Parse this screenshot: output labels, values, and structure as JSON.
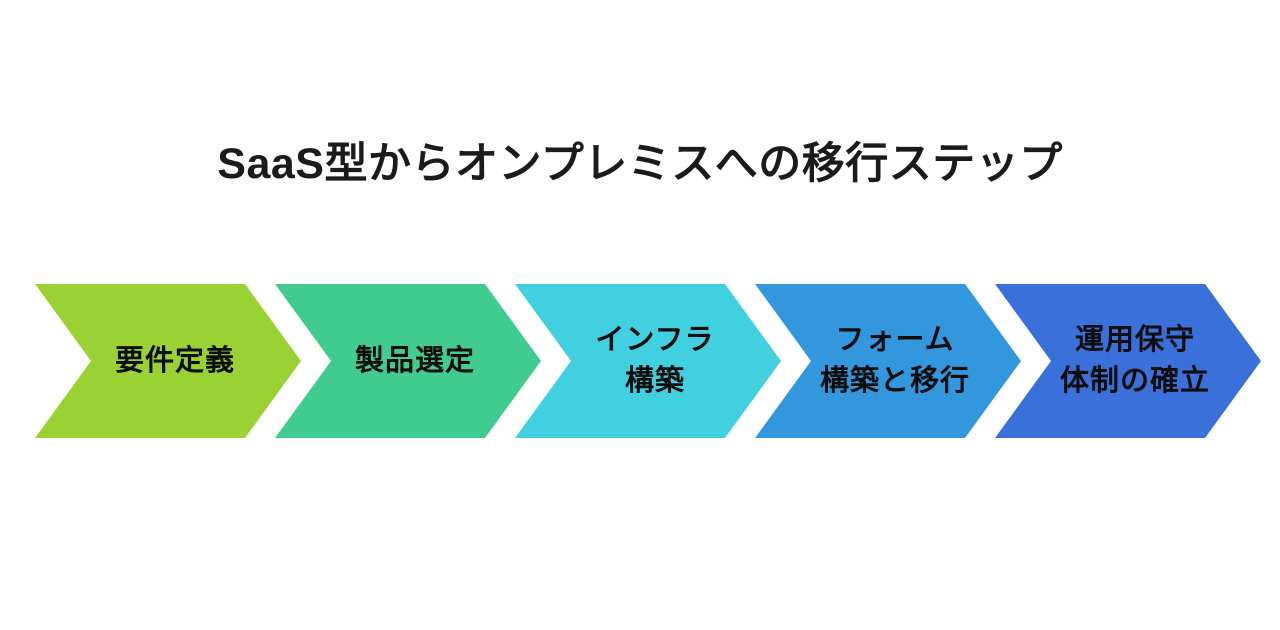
{
  "title": "SaaS型からオンプレミスへの移行ステップ",
  "steps": [
    {
      "label": "要件定義",
      "lines": [
        "要件定義",
        ""
      ],
      "color": "#9ad233"
    },
    {
      "label": "製品選定",
      "lines": [
        "製品選定",
        ""
      ],
      "color": "#41cc8f"
    },
    {
      "label": "インフラ構築",
      "lines": [
        "インフラ",
        "構築"
      ],
      "color": "#40d0e0"
    },
    {
      "label": "フォーム構築と移行",
      "lines": [
        "フォーム",
        "構築と移行"
      ],
      "color": "#3297dc"
    },
    {
      "label": "運用保守体制の確立",
      "lines": [
        "運用保守",
        "体制の確立"
      ],
      "color": "#3a70da"
    }
  ],
  "colors": {
    "background": "#ffffff",
    "title_text": "#1b1b1b",
    "step_text": "#0d0d0d"
  }
}
